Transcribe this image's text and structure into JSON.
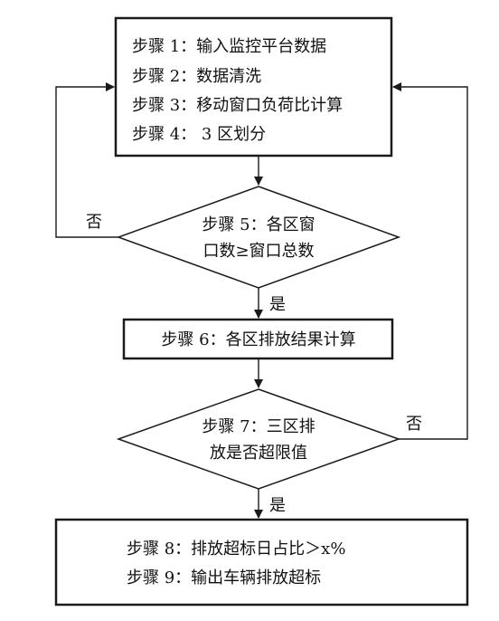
{
  "box1": {
    "line1": "步骤 1：输入监控平台数据",
    "line2": "步骤 2：数据清洗",
    "line3": "步骤 3：移动窗口负荷比计算",
    "line4": "步骤 4： 3 区划分"
  },
  "decision1": {
    "line1": "步骤 5：各区窗",
    "line2": "口数≥窗口总数",
    "no_label": "否",
    "yes_label": "是"
  },
  "box2": {
    "line1": "步骤 6：各区排放结果计算"
  },
  "decision2": {
    "line1": "步骤 7：三区排",
    "line2": "放是否超限值",
    "no_label": "否",
    "yes_label": "是"
  },
  "box3": {
    "line1": "步骤 8：排放超标日占比＞x%",
    "line2": "步骤 9：输出车辆排放超标"
  }
}
